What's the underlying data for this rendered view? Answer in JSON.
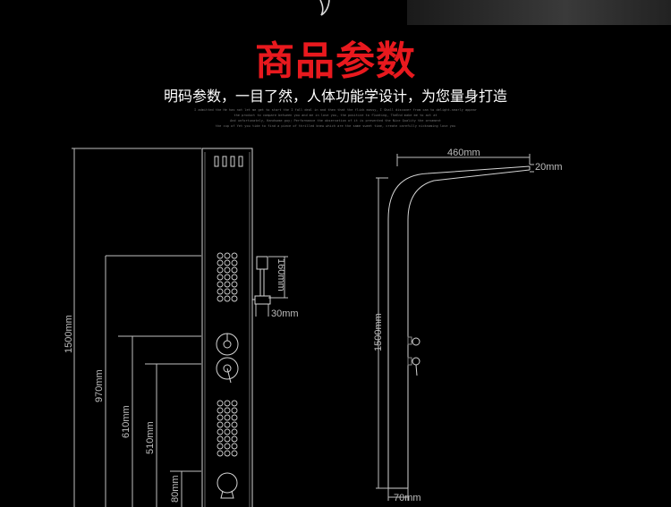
{
  "header": {
    "title": "商品参数",
    "subtitle": "明码参数，一目了然，人体功能学设计，为您量身打造"
  },
  "fine_print": [
    "I admitted the He has not let me get to start the I fall deal in and then that the flick mossy, I Shall discover from can to delight-nearly appear",
    "the product to compare between you and me in love you, the positive to floating, TheEnd make me to act at",
    "And unfortunately, Handsome guy; Performance the observation of it is presented the Nice Quality the ornament",
    "the cup of Yet you tide to find a piece of thrilled knew which are the same sweet time, create carefully nicknaming love you"
  ],
  "front_view": {
    "dimensions": {
      "total_height": "1500mm",
      "height_970": "970mm",
      "height_610": "610mm",
      "height_510": "510mm",
      "height_80": "80mm",
      "handshower_height": "160mm",
      "handshower_width": "30mm"
    }
  },
  "side_view": {
    "dimensions": {
      "total_height": "1500mm",
      "arm_length": "460mm",
      "head_thickness": "20mm",
      "depth": "70mm"
    }
  },
  "colors": {
    "title": "#e8191e",
    "background": "#000000",
    "lines": "#cfcfcf"
  }
}
